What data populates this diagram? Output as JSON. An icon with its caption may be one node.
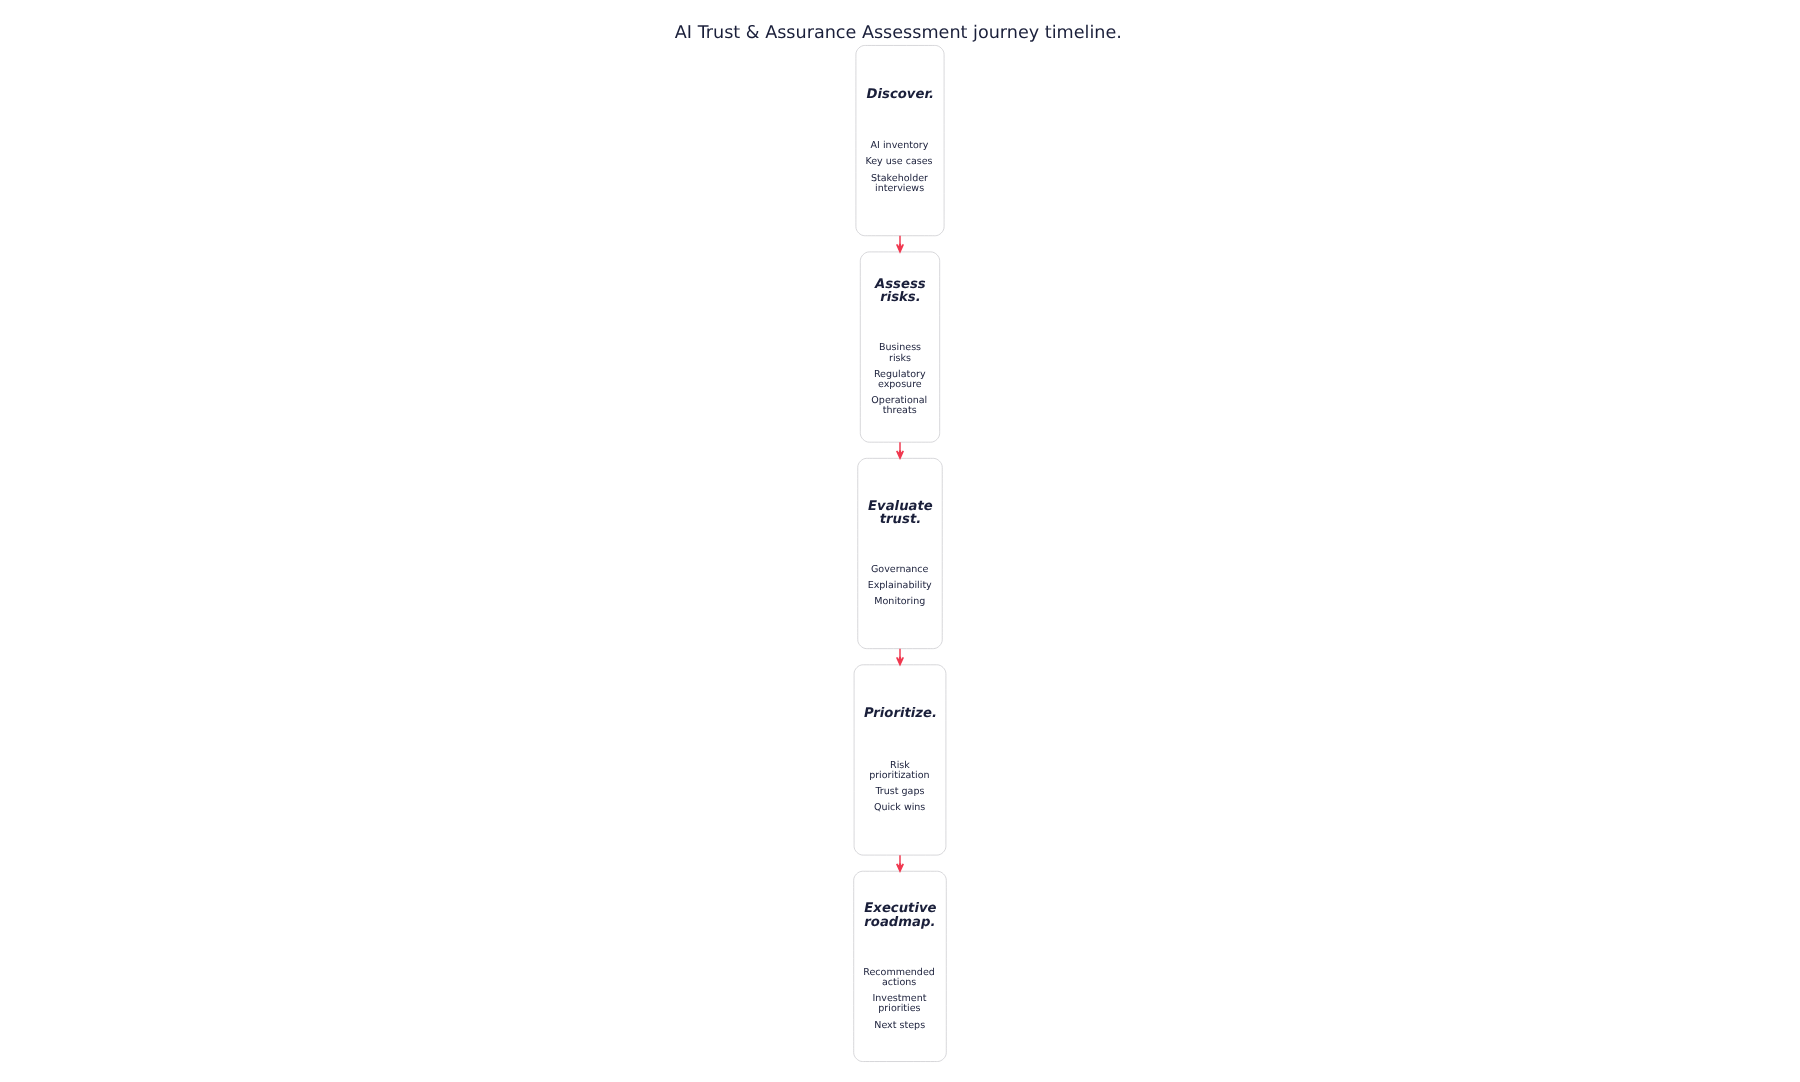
{
  "diagram": {
    "title": "AI Trust & Assurance Assessment journey timeline.",
    "nodes": [
      {
        "text": [
          "Discover.",
          "AI inventory",
          "Key use cases",
          "Stakeholder interviews"
        ]
      },
      {
        "text": [
          "Assess risks.",
          "Business risks",
          "Regulatory exposure",
          "Operational threats"
        ]
      },
      {
        "text": [
          "Evaluate trust.",
          "Governance",
          "Explainability",
          "Monitoring"
        ]
      },
      {
        "text": [
          "Prioritize.",
          "Risk prioritization",
          "Trust gaps",
          "Quick wins"
        ]
      },
      {
        "text": [
          "Executive roadmap.",
          "Recommended actions",
          "Investment priorities",
          "Next steps"
        ]
      }
    ],
    "edges": [
      {
        "from": 0,
        "to": 1,
        "arrow": "to"
      },
      {
        "from": 1,
        "to": 2,
        "arrow": "to"
      },
      {
        "from": 2,
        "to": 3,
        "arrow": "to"
      },
      {
        "from": 3,
        "to": 4,
        "arrow": "to"
      }
    ]
  }
}
